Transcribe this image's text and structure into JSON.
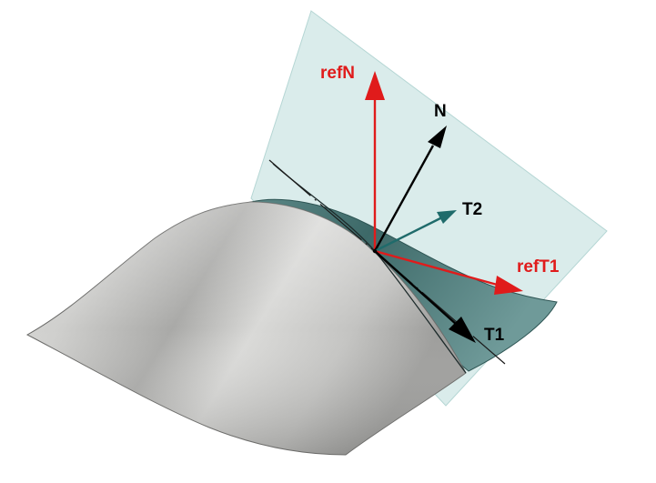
{
  "labels": {
    "refN": "refN",
    "N": "N",
    "T2": "T2",
    "refT1": "refT1",
    "T1": "T1"
  },
  "colors": {
    "background": "#ffffff",
    "plane_fill": "#cfe6e5",
    "plane_stroke": "#a9cfcd",
    "surface_light": "#e2e2e0",
    "surface_dark": "#8e8e8c",
    "surface_teal": "#3f6b6a",
    "ref_vector": "#e01b1b",
    "vector_black": "#000000",
    "vector_teal": "#1f6b6b"
  }
}
